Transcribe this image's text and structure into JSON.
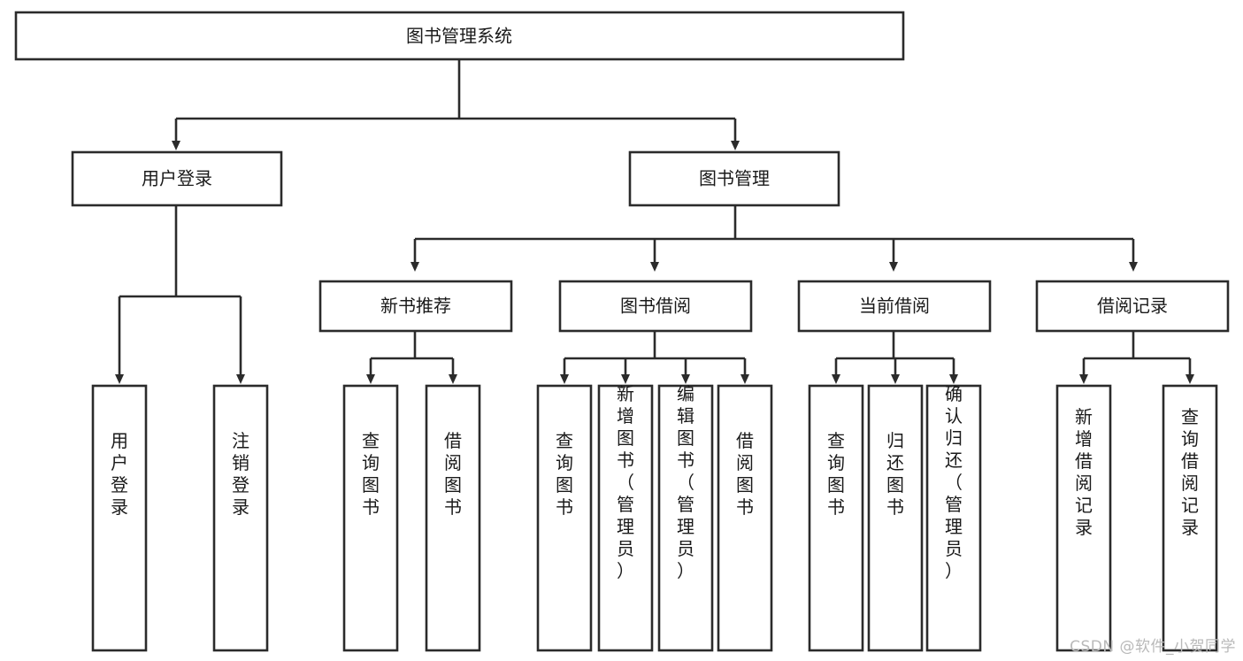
{
  "diagram": {
    "title": "图书管理系统",
    "type": "tree-structure-chart",
    "watermark": "CSDN @软件_小贺同学",
    "colors": {
      "box_stroke": "#2b2b2b",
      "box_fill": "#ffffff",
      "text": "#1a1a1a",
      "background": "#ffffff",
      "watermark": "#b9b9b9"
    },
    "levels": {
      "level1": [
        {
          "id": "root",
          "label": "图书管理系统"
        }
      ],
      "level2": [
        {
          "id": "user-login",
          "label": "用户登录",
          "parent": "root"
        },
        {
          "id": "book-manage",
          "label": "图书管理",
          "parent": "root"
        }
      ],
      "level3": [
        {
          "id": "new-book-recommend",
          "label": "新书推荐",
          "parent": "book-manage"
        },
        {
          "id": "book-borrow",
          "label": "图书借阅",
          "parent": "book-manage"
        },
        {
          "id": "current-borrow",
          "label": "当前借阅",
          "parent": "book-manage"
        },
        {
          "id": "borrow-record",
          "label": "借阅记录",
          "parent": "book-manage"
        }
      ],
      "level4": [
        {
          "id": "leaf-user-login",
          "label": "用户登录",
          "parent": "user-login"
        },
        {
          "id": "leaf-logout",
          "label": "注销登录",
          "parent": "user-login"
        },
        {
          "id": "leaf-query-book-1",
          "label": "查询图书",
          "parent": "new-book-recommend"
        },
        {
          "id": "leaf-borrow-book-1",
          "label": "借阅图书",
          "parent": "new-book-recommend"
        },
        {
          "id": "leaf-query-book-2",
          "label": "查询图书",
          "parent": "book-borrow"
        },
        {
          "id": "leaf-add-book",
          "label": "新增图书（管理员）",
          "parent": "book-borrow"
        },
        {
          "id": "leaf-edit-book",
          "label": "编辑图书（管理员）",
          "parent": "book-borrow"
        },
        {
          "id": "leaf-borrow-book-2",
          "label": "借阅图书",
          "parent": "book-borrow"
        },
        {
          "id": "leaf-query-book-3",
          "label": "查询图书",
          "parent": "current-borrow"
        },
        {
          "id": "leaf-return-book",
          "label": "归还图书",
          "parent": "current-borrow"
        },
        {
          "id": "leaf-confirm-return",
          "label": "确认归还（管理员）",
          "parent": "current-borrow"
        },
        {
          "id": "leaf-add-record",
          "label": "新增借阅记录",
          "parent": "borrow-record"
        },
        {
          "id": "leaf-query-record",
          "label": "查询借阅记录",
          "parent": "borrow-record"
        }
      ]
    }
  }
}
